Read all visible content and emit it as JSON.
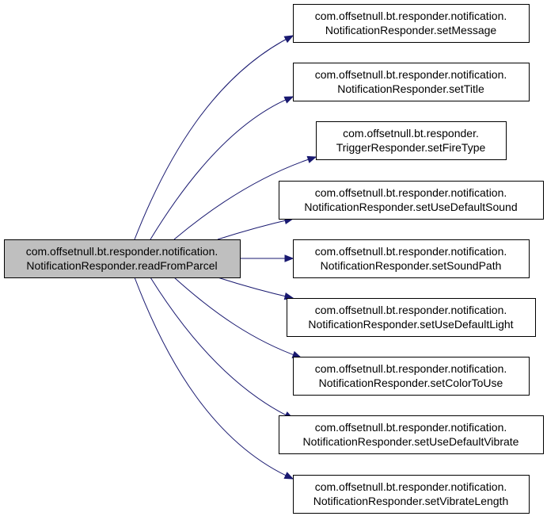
{
  "colors": {
    "edge": "#191970",
    "source_fill": "#bfbfbf",
    "target_fill": "#ffffff",
    "border": "#000000"
  },
  "source": {
    "id": "readFromParcel",
    "line1": "com.offsetnull.bt.responder.notification.",
    "line2": "NotificationResponder.readFromParcel"
  },
  "targets": [
    {
      "id": "setMessage",
      "line1": "com.offsetnull.bt.responder.notification.",
      "line2": "NotificationResponder.setMessage"
    },
    {
      "id": "setTitle",
      "line1": "com.offsetnull.bt.responder.notification.",
      "line2": "NotificationResponder.setTitle"
    },
    {
      "id": "setFireType",
      "line1": "com.offsetnull.bt.responder.",
      "line2": "TriggerResponder.setFireType"
    },
    {
      "id": "setUseDefaultSound",
      "line1": "com.offsetnull.bt.responder.notification.",
      "line2": "NotificationResponder.setUseDefaultSound"
    },
    {
      "id": "setSoundPath",
      "line1": "com.offsetnull.bt.responder.notification.",
      "line2": "NotificationResponder.setSoundPath"
    },
    {
      "id": "setUseDefaultLight",
      "line1": "com.offsetnull.bt.responder.notification.",
      "line2": "NotificationResponder.setUseDefaultLight"
    },
    {
      "id": "setColorToUse",
      "line1": "com.offsetnull.bt.responder.notification.",
      "line2": "NotificationResponder.setColorToUse"
    },
    {
      "id": "setUseDefaultVibrate",
      "line1": "com.offsetnull.bt.responder.notification.",
      "line2": "NotificationResponder.setUseDefaultVibrate"
    },
    {
      "id": "setVibrateLength",
      "line1": "com.offsetnull.bt.responder.notification.",
      "line2": "NotificationResponder.setVibrateLength"
    }
  ]
}
